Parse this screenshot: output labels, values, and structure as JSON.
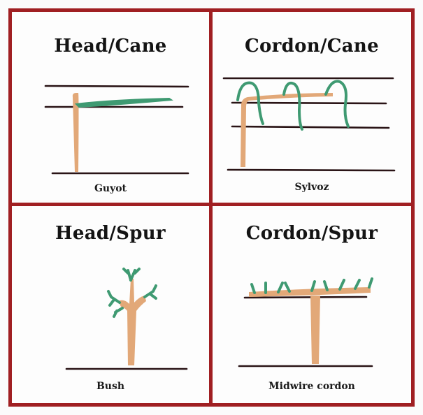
{
  "panels": [
    {
      "title": "Head/Cane",
      "caption": "Guyot"
    },
    {
      "title": "Cordon/Cane",
      "caption": "Sylvoz"
    },
    {
      "title": "Head/Spur",
      "caption": "Bush"
    },
    {
      "title": "Cordon/Spur",
      "caption": "Midwire cordon"
    }
  ],
  "colors": {
    "border": "#a01f22",
    "wire": "#2a1416",
    "trunk": "#e2a878",
    "shoot": "#3f9a72"
  }
}
